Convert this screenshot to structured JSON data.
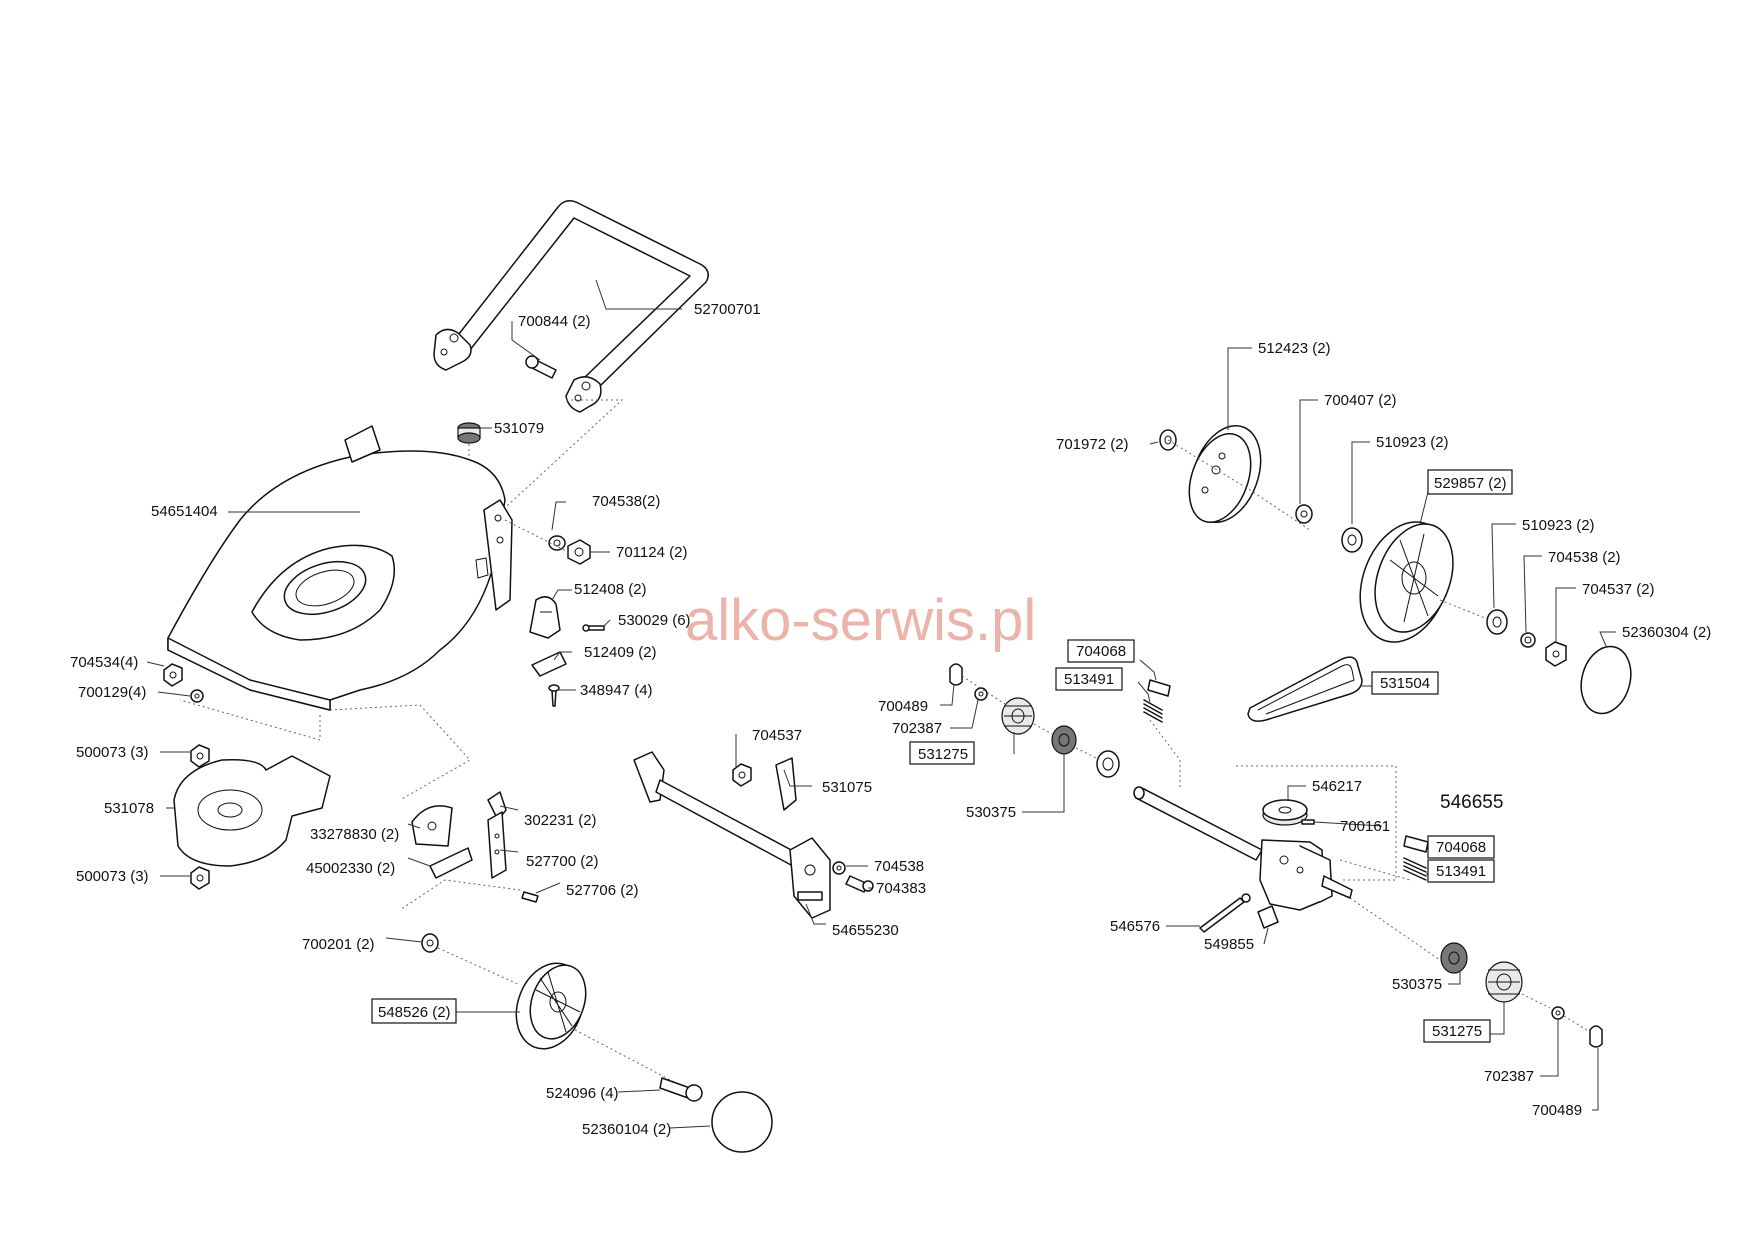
{
  "watermark": "alko-serwis.pl",
  "labels": {
    "handle": "52700701",
    "handle_bolt": "700844 (2)",
    "buffer": "531079",
    "deck": "54651404",
    "nut_704538": "704538(2)",
    "nut_701124": "701124 (2)",
    "clip_512408": "512408 (2)",
    "screw_530029": "530029 (6)",
    "plate_512409": "512409 (2)",
    "screw_348947": "348947 (4)",
    "nut_704534": "704534(4)",
    "washer_700129": "700129(4)",
    "nut_500073_top": "500073 (3)",
    "bracket_531078": "531078",
    "nut_500073_bottom": "500073 (3)",
    "height_lever": "33278830 (2)",
    "height_plate": "45002330 (2)",
    "lever_302231": "302231 (2)",
    "lever_527700": "527700 (2)",
    "bolt_527706": "527706 (2)",
    "bearing_700201": "700201 (2)",
    "front_wheel": "548526 (2)",
    "wheel_bolt": "524096 (4)",
    "front_cap": "52360104 (2)",
    "axle_nut_704537": "704537",
    "axle_clip": "531075",
    "axle": "54655230",
    "nut_704538_axle": "704538",
    "bolt_704383": "704383",
    "cover_plate": "512423 (2)",
    "washer_700407": "700407 (2)",
    "washer_701972": "701972 (2)",
    "bushing_510923_a": "510923 (2)",
    "rear_wheel": "529857 (2)",
    "bushing_510923_b": "510923 (2)",
    "nut_704538_rear": "704538 (2)",
    "nut_704537_rear": "704537 (2)",
    "rear_cap": "52360304 (2)",
    "key_704068_top": "704068",
    "spring_513491_top": "513491",
    "belt": "531504",
    "ring_700489_left": "700489",
    "washer_702387_left": "702387",
    "pinion_531275_left": "531275",
    "bearing_530375_left": "530375",
    "pulley_546217": "546217",
    "gearbox": "546655",
    "pin_700161": "700161",
    "key_704068_bottom": "704068",
    "spring_513491_bottom": "513491",
    "cable_546576": "546576",
    "lever_549855": "549855",
    "bearing_530375_right": "530375",
    "pinion_531275_right": "531275",
    "washer_702387_right": "702387",
    "ring_700489_right": "700489"
  }
}
